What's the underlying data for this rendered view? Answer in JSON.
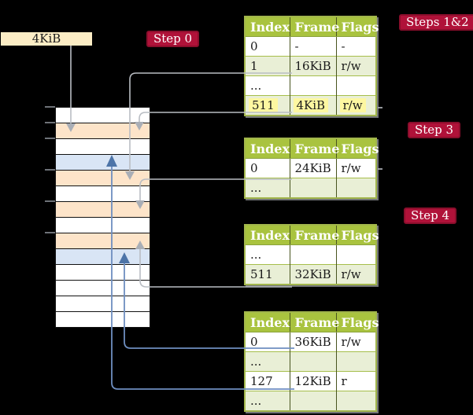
{
  "legend": {
    "frame_box_label": "4KiB"
  },
  "steps": [
    {
      "id": "step0",
      "label": "Step 0"
    },
    {
      "id": "steps12",
      "label": "Steps 1&2"
    },
    {
      "id": "step3",
      "label": "Step 3"
    },
    {
      "id": "step4",
      "label": "Step 4"
    }
  ],
  "tables": [
    {
      "name": "page-table-at-4kib",
      "headers": [
        "Index",
        "Frame",
        "Flags"
      ],
      "rows": [
        {
          "cells": [
            "0",
            "-",
            "-"
          ]
        },
        {
          "cells": [
            "1",
            "16KiB",
            "r/w"
          ]
        },
        {
          "cells": [
            "...",
            "",
            ""
          ]
        },
        {
          "cells": [
            "511",
            "4KiB",
            "r/w"
          ],
          "highlighted": true
        }
      ]
    },
    {
      "name": "page-table-at-16kib",
      "headers": [
        "Index",
        "Frame",
        "Flags"
      ],
      "rows": [
        {
          "cells": [
            "0",
            "24KiB",
            "r/w"
          ]
        },
        {
          "cells": [
            "...",
            "",
            ""
          ]
        }
      ]
    },
    {
      "name": "page-table-at-24kib",
      "headers": [
        "Index",
        "Frame",
        "Flags"
      ],
      "rows": [
        {
          "cells": [
            "...",
            "",
            ""
          ]
        },
        {
          "cells": [
            "511",
            "32KiB",
            "r/w"
          ]
        }
      ]
    },
    {
      "name": "page-table-at-32kib",
      "headers": [
        "Index",
        "Frame",
        "Flags"
      ],
      "rows": [
        {
          "cells": [
            "0",
            "36KiB",
            "r/w"
          ]
        },
        {
          "cells": [
            "...",
            "",
            ""
          ]
        },
        {
          "cells": [
            "127",
            "12KiB",
            "r"
          ]
        },
        {
          "cells": [
            "...",
            "",
            ""
          ]
        }
      ]
    }
  ],
  "memory": {
    "row_colors": [
      "white",
      "orange",
      "white",
      "blue",
      "orange",
      "white",
      "orange",
      "white",
      "orange",
      "blue",
      "white",
      "white",
      "white",
      "white"
    ]
  },
  "colors": {
    "background": "#000000",
    "table_header_green": "#a9c33f",
    "table_row_green": "#e9efd6",
    "table_border_green": "#a2b64c",
    "step_label_red": "#b01239",
    "frame_box_cream": "#fcedc5",
    "memory_orange": "#fde4c9",
    "memory_blue": "#d9e5f5",
    "highlight_yellow": "#fdf7a1",
    "gray_arrow": "#b9bdc3",
    "blue_arrow": "#6e8ec0"
  }
}
